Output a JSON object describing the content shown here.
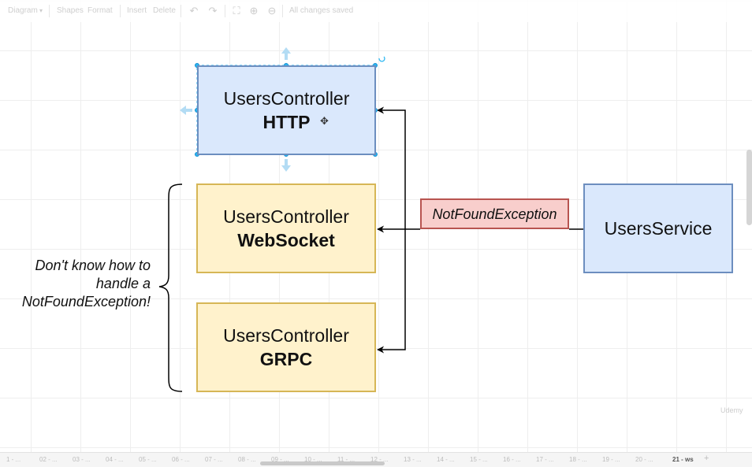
{
  "toolbar": {
    "diagram_menu": "Diagram",
    "shapes": "Shapes",
    "format": "Format",
    "insert": "Insert",
    "delete": "Delete",
    "status": "All changes saved",
    "icons": [
      "undo-icon",
      "redo-icon",
      "fullscreen-icon",
      "zoom-in-icon",
      "zoom-out-icon"
    ]
  },
  "nodes": {
    "http": {
      "line1": "UsersController",
      "line2": "HTTP"
    },
    "websocket": {
      "line1": "UsersController",
      "line2": "WebSocket"
    },
    "grpc": {
      "line1": "UsersController",
      "line2": "GRPC"
    },
    "service": {
      "label": "UsersService"
    },
    "exception": {
      "label": "NotFoundException"
    }
  },
  "note": {
    "line1": "Don't know how to",
    "line2": "handle a",
    "line3": "NotFoundException!"
  },
  "colors": {
    "blue_fill": "#dae8fc",
    "blue_stroke": "#6c8ebf",
    "yellow_fill": "#fff2cc",
    "yellow_stroke": "#d6b656",
    "red_fill": "#f8cecc",
    "red_stroke": "#b85450",
    "selection": "#29b6f2"
  },
  "pages": {
    "tabs": [
      "1 - ...",
      "02 - ...",
      "03 - ...",
      "04 - ...",
      "05 - ...",
      "06 - ...",
      "07 - ...",
      "08 - ...",
      "09 - ...",
      "10 - ...",
      "11 - ...",
      "12 - ...",
      "13 - ...",
      "14 - ...",
      "15 - ...",
      "16 - ...",
      "17 - ...",
      "18 - ...",
      "19 - ...",
      "20 - ..."
    ],
    "active": "21 - ws",
    "add": "+"
  },
  "watermark": "Udemy"
}
